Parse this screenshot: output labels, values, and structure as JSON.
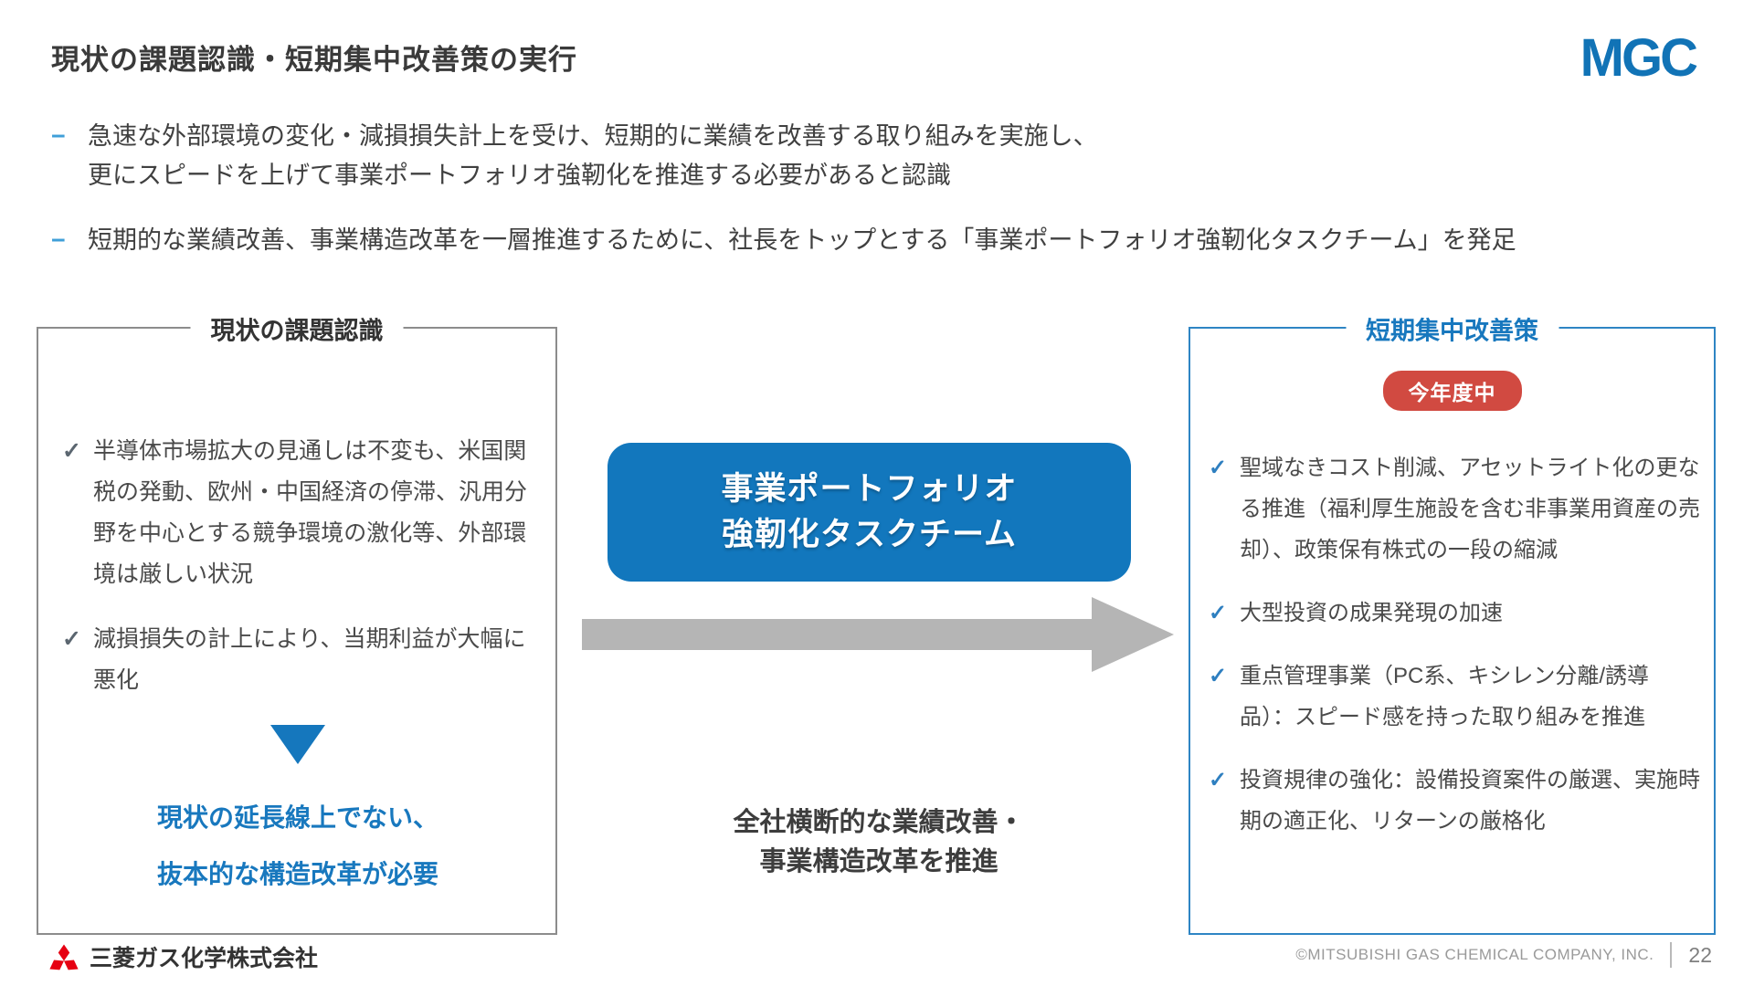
{
  "colors": {
    "accent_blue": "#1277bd",
    "header_blue": "#1878be",
    "badge_red": "#d14a41",
    "arrow_gray": "#b5b5b5",
    "mitsubishi_red": "#e60012",
    "text_dark": "#3f3f3f",
    "box_border_gray": "#8c8c8c",
    "box_border_blue": "#2e85c4"
  },
  "glyphs": {
    "bullet_dash": "−",
    "check": "✓"
  },
  "header": {
    "title": "現状の課題認識・短期集中改善策の実行",
    "logo_text": "MGC"
  },
  "top_bullets": [
    {
      "lines": [
        "急速な外部環境の変化・減損損失計上を受け、短期的に業績を改善する取り組みを実施し、",
        "更にスピードを上げて事業ポートフォリオ強靭化を推進する必要があると認識"
      ]
    },
    {
      "lines": [
        "短期的な業績改善、事業構造改革を一層推進するために、社長をトップとする「事業ポートフォリオ強靭化タスクチーム」を発足"
      ]
    }
  ],
  "left_box": {
    "header": "現状の課題認識",
    "items": [
      "半導体市場拡大の見通しは不変も、米国関税の発動、欧州・中国経済の停滞、汎用分野を中心とする競争環境の激化等、外部環境は厳しい状況",
      "減損損失の計上により、当期利益が大幅に悪化"
    ],
    "conclusion": [
      "現状の延長線上でない、",
      "抜本的な構造改革が必要"
    ]
  },
  "center": {
    "task_box": [
      "事業ポートフォリオ",
      "強靭化タスクチーム"
    ],
    "caption": [
      "全社横断的な業績改善・",
      "事業構造改革を推進"
    ]
  },
  "right_box": {
    "header": "短期集中改善策",
    "badge": "今年度中",
    "items": [
      "聖域なきコスト削減、アセットライト化の更なる推進（福利厚生施設を含む非事業用資産の売却）、政策保有株式の一段の縮減",
      "大型投資の成果発現の加速",
      "重点管理事業（PC系、キシレン分離/誘導品）：スピード感を持った取り組みを推進",
      "投資規律の強化：設備投資案件の厳選、実施時期の適正化、リターンの厳格化"
    ]
  },
  "footer": {
    "company": "三菱ガス化学株式会社",
    "copyright": "©MITSUBISHI GAS CHEMICAL COMPANY, INC.",
    "page_number": "22"
  }
}
